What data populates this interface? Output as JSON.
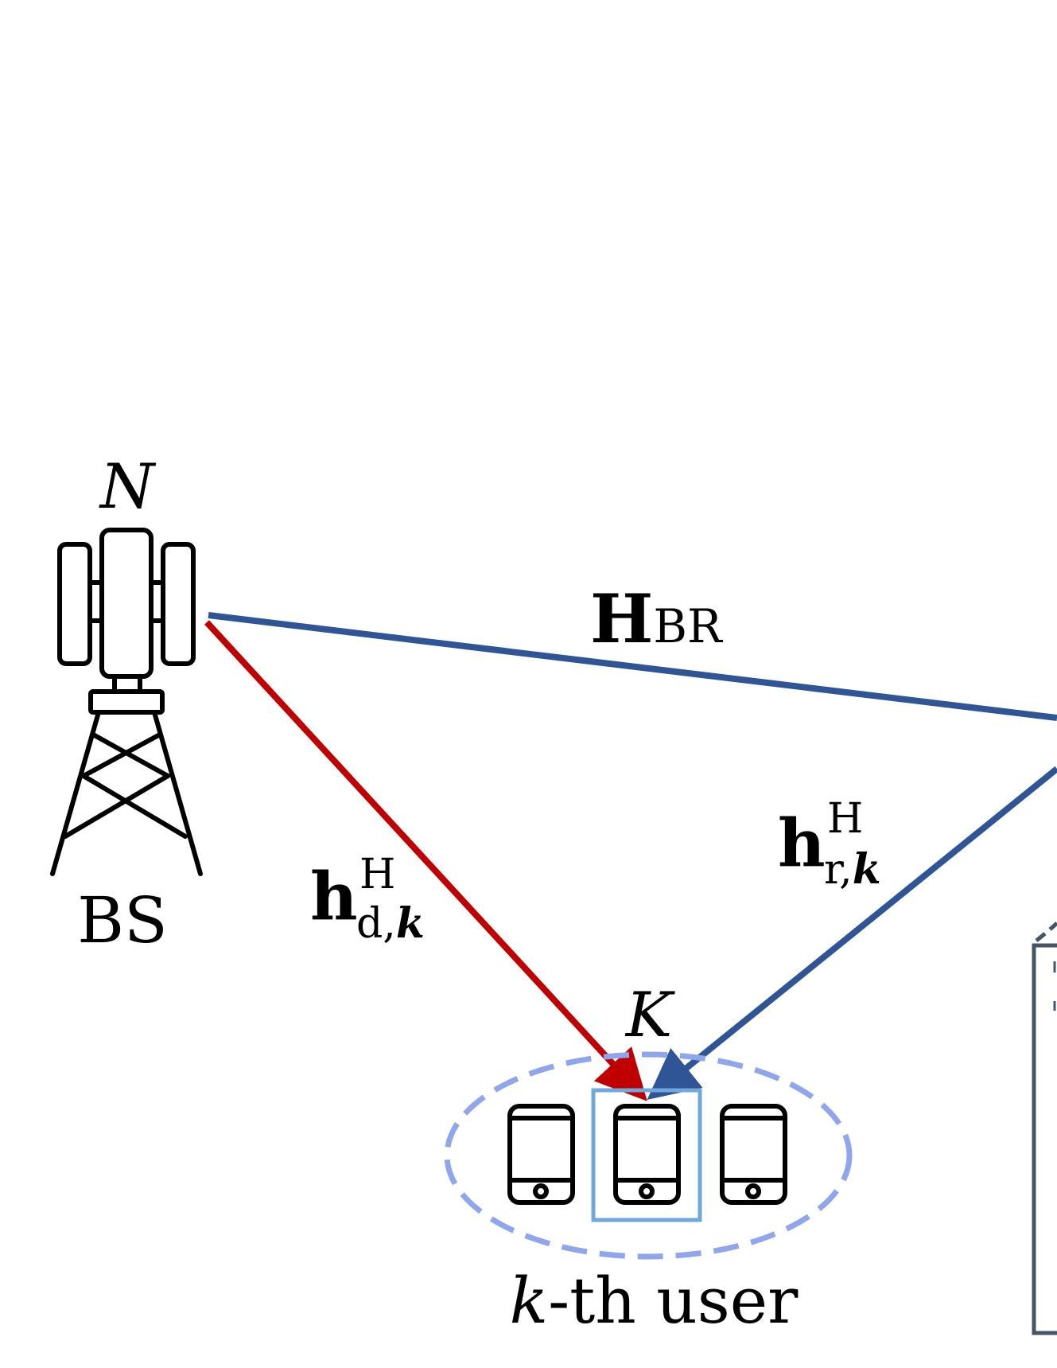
{
  "bs": {
    "antenna_label": "N",
    "label": "BS"
  },
  "channels": {
    "h_br": {
      "main": "H",
      "sub": "BR"
    },
    "h_dk": {
      "main": "h",
      "sup": "H",
      "sub": "d,",
      "sub_it": "k"
    },
    "h_rk": {
      "main": "h",
      "sup": "H",
      "sub": "r,",
      "sub_it": "k"
    }
  },
  "users": {
    "count_label": "K",
    "kth_it": "k",
    "kth_rest": "-th user"
  },
  "colors": {
    "direct_link": "#c00000",
    "ris_link": "#2f5597",
    "user_group": "#8fa6ef",
    "selected_user": "#6fa8dc",
    "panel": "#44546a"
  }
}
